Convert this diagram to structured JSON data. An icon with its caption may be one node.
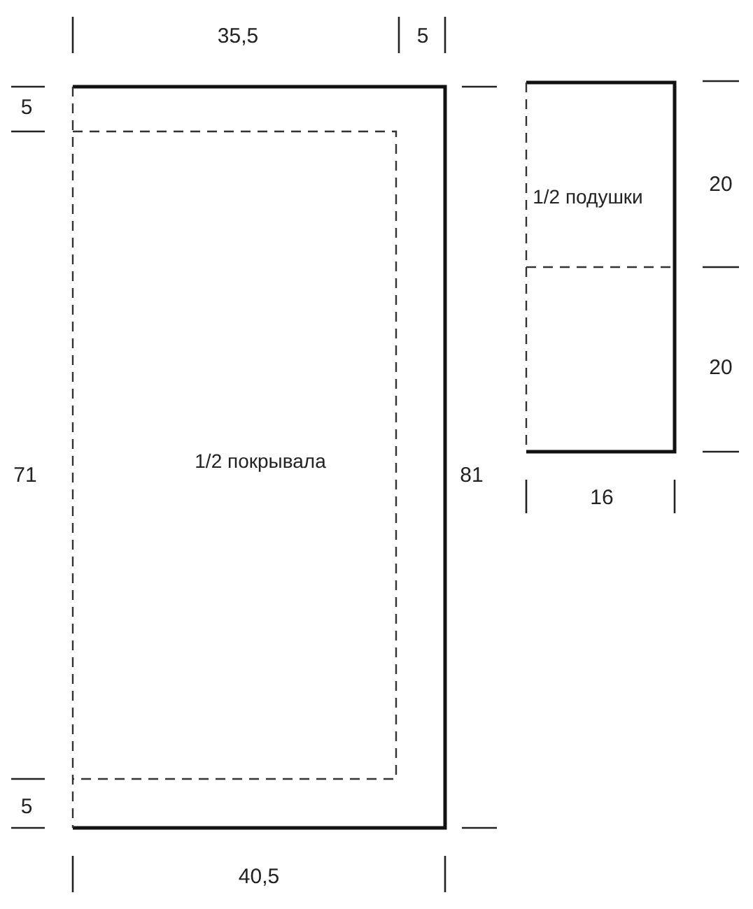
{
  "diagram": {
    "nodes": [
      {
        "text": [
          "1/2 покрывала"
        ]
      },
      {
        "text": [
          "1/2 подушки"
        ]
      }
    ],
    "labels": [
      "35,5",
      "5",
      "5",
      "20",
      "71",
      "81",
      "20",
      "16",
      "5",
      "40,5"
    ]
  }
}
